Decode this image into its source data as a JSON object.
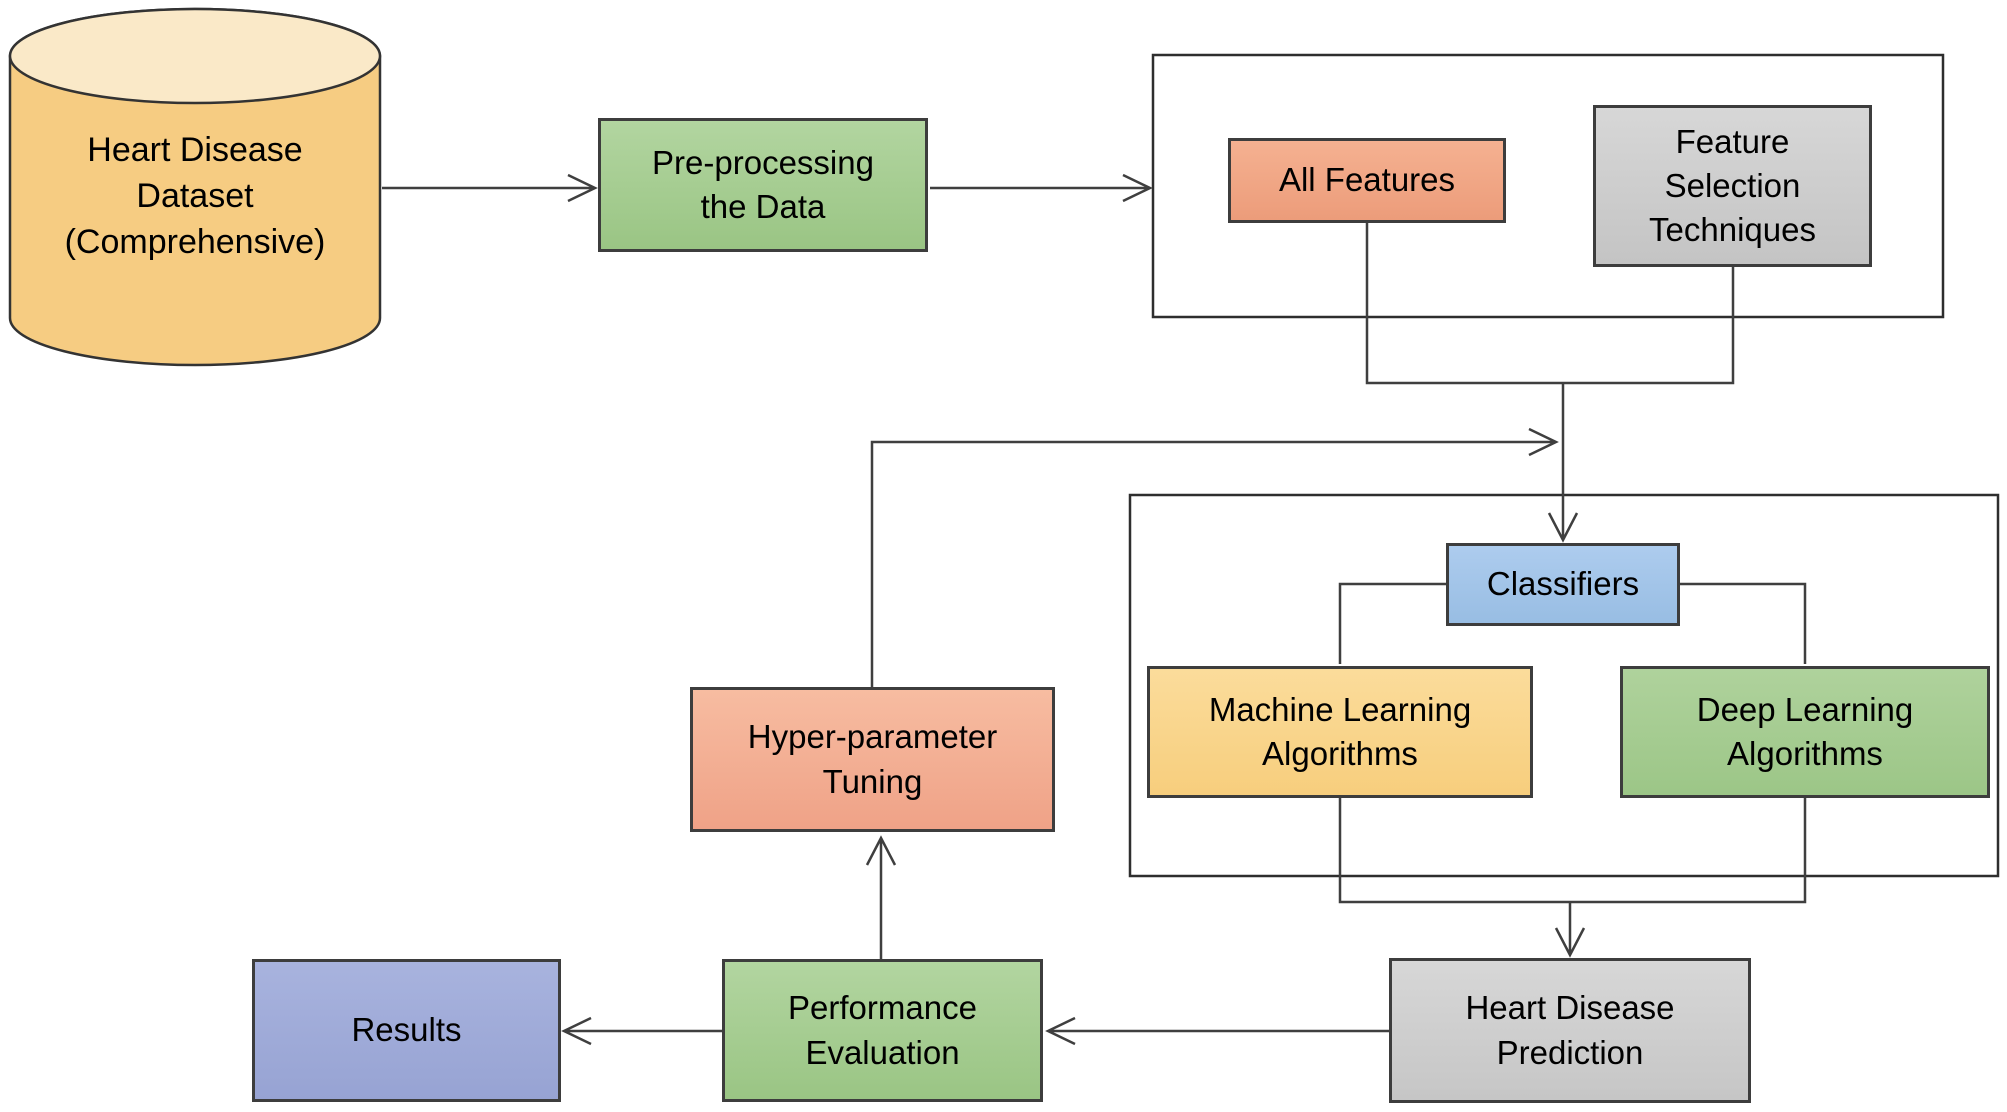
{
  "diagram": {
    "background": "#FFFFFF",
    "stroke_color": "#3F3F3F",
    "container_stroke": "#2E2E2E",
    "cylinder": {
      "body_fill": "#F7D08A",
      "top_fill": "#FAE9C8",
      "stroke": "#333333"
    },
    "nodes": {
      "dataset": {
        "label": "Heart Disease\nDataset\n(Comprehensive)",
        "fill_top": "#F9DCA0",
        "fill_bottom": "#F6CC82"
      },
      "preprocessing": {
        "label": "Pre-processing\nthe Data",
        "fill_top": "#B2D5A0",
        "fill_bottom": "#9AC584"
      },
      "all_features": {
        "label": "All Features",
        "fill_top": "#F5B191",
        "fill_bottom": "#EC9C7A"
      },
      "feature_selection": {
        "label": "Feature\nSelection\nTechniques",
        "fill_top": "#D7D7D7",
        "fill_bottom": "#C4C4C4"
      },
      "classifiers": {
        "label": "Classifiers",
        "fill_top": "#ADCCEE",
        "fill_bottom": "#98BDE3"
      },
      "ml_algorithms": {
        "label": "Machine Learning\nAlgorithms",
        "fill_top": "#FBDC9B",
        "fill_bottom": "#F7CE7D"
      },
      "dl_algorithms": {
        "label": "Deep Learning\nAlgorithms",
        "fill_top": "#AFD29C",
        "fill_bottom": "#9CC687"
      },
      "hyperparameter_tuning": {
        "label": "Hyper-parameter\nTuning",
        "fill_top": "#F7BCA1",
        "fill_bottom": "#EFA287"
      },
      "heart_disease_prediction": {
        "label": "Heart Disease\nPrediction",
        "fill_top": "#D7D7D7",
        "fill_bottom": "#C6C6C6"
      },
      "performance_evaluation": {
        "label": "Performance\nEvaluation",
        "fill_top": "#B2D5A0",
        "fill_bottom": "#9AC584"
      },
      "results": {
        "label": "Results",
        "fill_top": "#A8B3DE",
        "fill_bottom": "#97A3D3"
      }
    }
  }
}
